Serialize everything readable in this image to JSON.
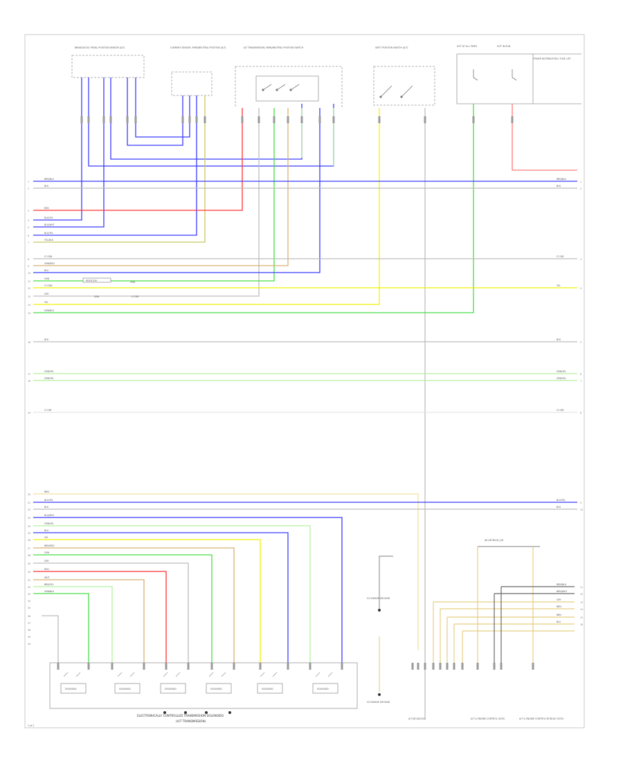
{
  "diagram": {
    "title": "ELECTRONICALLY CONTROLLED TRANSMISSION SOLENOIDS",
    "subtitle": "(A/T TRANSMISSION)",
    "page_ref": "1 of 2",
    "colors": {
      "blue": "#3a3aff",
      "red": "#ff3030",
      "green": "#44dd44",
      "lightgreen": "#b4f0a0",
      "yellow": "#f0f000",
      "tan": "#d8b070",
      "gray": "#bdbdbd",
      "pink": "#ff7a7a",
      "olive": "#c8c860",
      "black": "#404040",
      "violet": "#c070ff"
    },
    "components": {
      "c1": "BRAKE/ACCEL PEDAL POSITION SENSOR (A/T)",
      "c2": "CURRENT SENSOR, PARK/NEUTRAL POSITION (A/T)",
      "c3": "A/T TRANSMISSION, PARK/NEUTRAL POSITION SWITCH",
      "c4": "SHIFT POSITION SWITCH (A/T)",
      "c5": "HOT AT ALL TIMES",
      "c6": "HOT IN RUN",
      "side_list": "POWER DISTRIBUTION / FUSE LIST"
    },
    "connector_ref": "J/B (MODULE) J/B",
    "bottom_labels": {
      "ground1": "G1 ENGINE GROUND",
      "ground2": "G2 ENGINE GROUND",
      "jb": "A/T J/B (BLOCK)",
      "ecu1": "A/T & ENGINE CONTROL (ECM)",
      "ecu2": "A/T & ENGINE CONTROL MODULE (ECM)"
    },
    "solenoid_label": "SOLENOID",
    "left_wire_labels": [
      "BRN/BLU",
      "BLK",
      "RED",
      "BLK/YEL",
      "BLU/WHT",
      "BLU/YEL",
      "YEL/BLK",
      "LT GRN",
      "GRN/RED",
      "BLU",
      "GRN",
      "LT GRN",
      "GRY",
      "YEL",
      "GRN/BLU",
      "BLK",
      "GRN/YEL",
      "GRN/YEL",
      "LT GRY",
      "BRN",
      "BLU/YEL",
      "BLK",
      "BLU/RED",
      "GRN/YEL",
      "BLU",
      "YEL",
      "BRN/RED",
      "GRN",
      "GRY",
      "RED",
      "WHT",
      "BRN/YEL",
      "GRN/BLK"
    ],
    "right_wire_labels": [
      "BRN/BLU",
      "BLK",
      "LT GRY",
      "YEL",
      "BLK",
      "GRN/YEL",
      "GRN/YEL",
      "LT GRY",
      "BLU/YEL",
      "BLK",
      "BRN/BLK",
      "BRN/WHT",
      "GRY",
      "BRN",
      "BRN",
      "BLU"
    ],
    "inline_labels": [
      "RESISTOR",
      "GRN",
      "GRN",
      "LT GRY"
    ],
    "left_pin_numbers": [
      "1",
      "2",
      "3",
      "4",
      "5",
      "6",
      "7",
      "8",
      "9",
      "10",
      "11",
      "12",
      "13",
      "14",
      "15",
      "16",
      "17",
      "18",
      "19",
      "20",
      "21",
      "22",
      "23",
      "24",
      "25",
      "26",
      "27",
      "28",
      "29",
      "30",
      "31",
      "32",
      "33",
      "34",
      "35",
      "36",
      "37",
      "38",
      "39",
      "40"
    ],
    "right_pin_numbers": [
      "1",
      "2",
      "3",
      "4",
      "5",
      "6",
      "7",
      "8",
      "9",
      "10",
      "11",
      "12",
      "13",
      "14",
      "15",
      "16"
    ]
  }
}
